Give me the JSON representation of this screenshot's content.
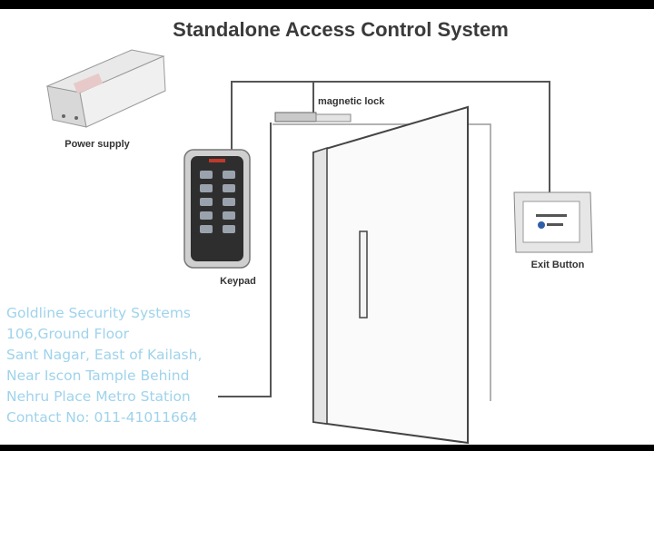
{
  "title": "Standalone Access Control System",
  "labels": {
    "power_supply": "Power supply",
    "magnetic_lock": "magnetic lock",
    "keypad": "Keypad",
    "exit_button": "Exit Button"
  },
  "address_lines": [
    "Goldline Security Systems",
    "106,Ground Floor",
    "Sant Nagar, East of Kailash,",
    "Near Iscon Tample Behind",
    "Nehru Place Metro Station",
    "Contact No: 011-41011664"
  ],
  "colors": {
    "address_text": "#9fd3ec",
    "wire": "#555555",
    "band": "#000000"
  }
}
